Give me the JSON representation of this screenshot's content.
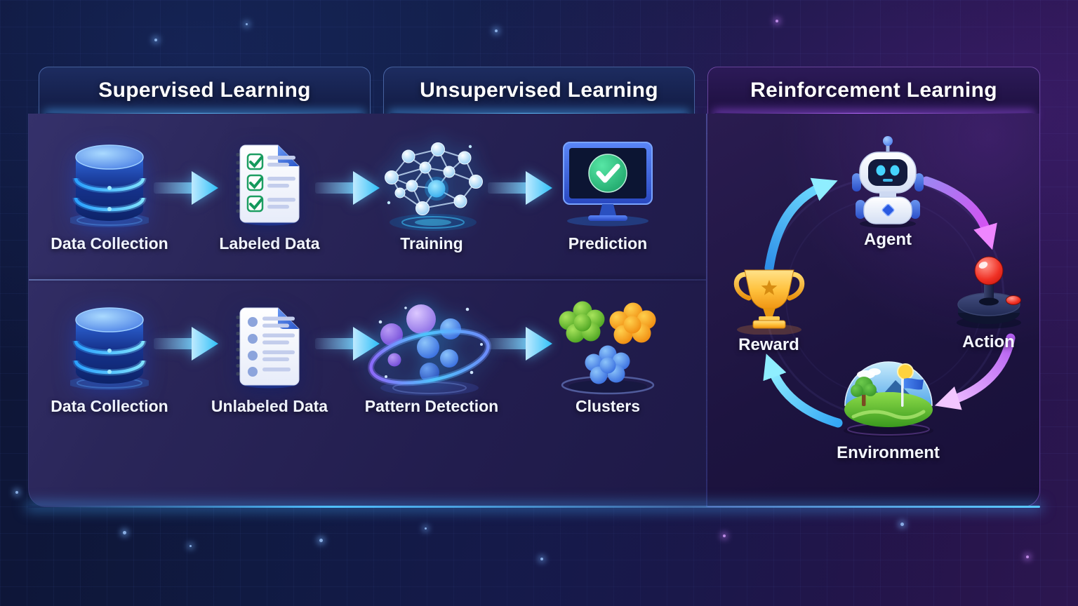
{
  "headers": [
    {
      "label": "Supervised Learning"
    },
    {
      "label": "Unsupervised Learning"
    },
    {
      "label": "Reinforcement Learning"
    }
  ],
  "supervised_flow": {
    "steps": [
      {
        "label": "Data Collection",
        "icon": "database-icon"
      },
      {
        "label": "Labeled Data",
        "icon": "labeled-document-icon"
      },
      {
        "label": "Training",
        "icon": "neural-network-icon"
      },
      {
        "label": "Prediction",
        "icon": "monitor-check-icon"
      }
    ]
  },
  "unsupervised_flow": {
    "steps": [
      {
        "label": "Data Collection",
        "icon": "database-icon"
      },
      {
        "label": "Unlabeled Data",
        "icon": "unlabeled-document-icon"
      },
      {
        "label": "Pattern Detection",
        "icon": "pattern-detection-icon"
      },
      {
        "label": "Clusters",
        "icon": "clusters-icon"
      }
    ]
  },
  "reinforcement_cycle": {
    "nodes": [
      {
        "label": "Agent",
        "icon": "robot-icon",
        "position": "top"
      },
      {
        "label": "Action",
        "icon": "joystick-icon",
        "position": "right"
      },
      {
        "label": "Environment",
        "icon": "environment-icon",
        "position": "bottom"
      },
      {
        "label": "Reward",
        "icon": "trophy-icon",
        "position": "left"
      }
    ],
    "flow_order": [
      "Agent",
      "Action",
      "Environment",
      "Reward"
    ]
  },
  "colors": {
    "background_left": "#101a40",
    "background_right": "#2c1650",
    "panel_left": "#2a2659",
    "panel_right": "#1d1440",
    "header_glow_blue": "#5fc0ff",
    "header_glow_purple": "#b86bff",
    "flow_arrow_cyan": "#3cc8fa",
    "cycle_arrow_cyan": "#6fdcff",
    "cycle_arrow_magenta": "#d94df2",
    "label_text": "#ffffff",
    "check_green": "#22b573",
    "trophy_gold": "#f5b520",
    "joystick_red": "#e5231b"
  }
}
